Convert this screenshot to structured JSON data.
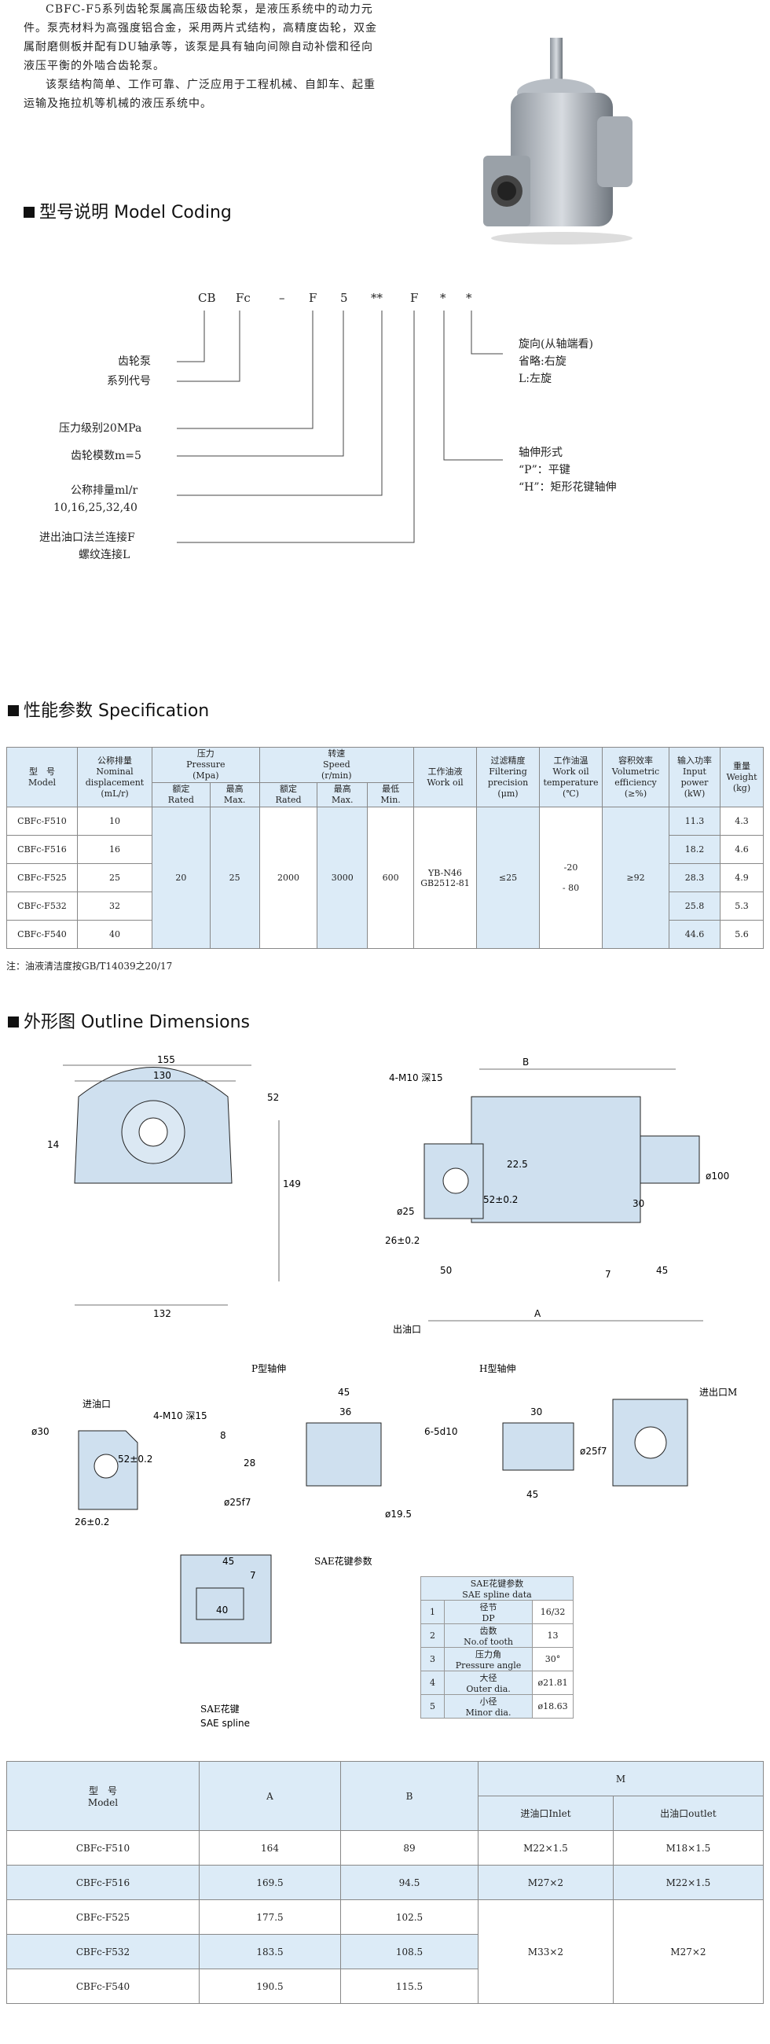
{
  "intro": {
    "line1": "CBFC-F5系列齿轮泵属高压级齿轮泵，是液压系统中的动力元件。泵壳材料为高强度铝合金，采用两片式结构，高精度齿轮，双金属耐磨侧板并配有DU轴承等，该泵是具有轴向间隙自动补偿和径向液压平衡的外啮合齿轮泵。",
    "line2": "该泵结构简单、工作可靠、广泛应用于工程机械、自卸车、起重运输及拖拉机等机械的液压系统中。"
  },
  "model_coding": {
    "title": "型号说明 Model Coding",
    "letters": [
      "CB",
      "Fc",
      "–",
      "F",
      "5",
      "**",
      "F",
      "*",
      "*"
    ],
    "left_labels": {
      "pump": "齿轮泵",
      "series": "系列代号",
      "pressure": "压力级别20MPa",
      "module": "齿轮模数m=5",
      "displacement": "公称排量ml/r",
      "displacement_values": "10,16,25,32,40",
      "port_flange": "进出油口法兰连接F",
      "port_thread": "螺纹连接L"
    },
    "right_labels": {
      "rotation": "旋向(从轴端看)",
      "rotation_right": "省略:右旋",
      "rotation_left": "L:左旋",
      "shaft": "轴伸形式",
      "shaft_p": "“P”：平键",
      "shaft_h": "“H”：矩形花键轴伸"
    }
  },
  "specification": {
    "title": "性能参数 Specification",
    "headers": {
      "model_cn": "型　号",
      "model_en": "Model",
      "disp_cn": "公称排量",
      "disp_en1": "Nominal",
      "disp_en2": "displacement",
      "disp_unit": "(mL/r)",
      "pressure_cn": "压力",
      "pressure_en": "Pressure",
      "pressure_unit": "(Mpa)",
      "rated_cn": "额定",
      "rated_en": "Rated",
      "max_cn": "最高",
      "max_en": "Max.",
      "speed_cn": "转速",
      "speed_en": "Speed",
      "speed_unit": "(r/min)",
      "min_cn": "最低",
      "min_en": "Min.",
      "oil_cn": "工作油液",
      "oil_en": "Work oil",
      "filter_cn": "过滤精度",
      "filter_en1": "Filtering",
      "filter_en2": "precision",
      "filter_unit": "(μm)",
      "temp_cn": "工作油温",
      "temp_en1": "Work oil",
      "temp_en2": "temperature",
      "temp_unit": "(℃)",
      "vol_cn": "容积效率",
      "vol_en1": "Volumetric",
      "vol_en2": "efficiency",
      "vol_unit": "(≥%)",
      "power_cn": "输入功率",
      "power_en1": "Input",
      "power_en2": "power",
      "power_unit": "(kW)",
      "weight_cn": "重量",
      "weight_en": "Weight",
      "weight_unit": "(kg)"
    },
    "rows": [
      {
        "model": "CBFc-F510",
        "disp": "10",
        "power": "11.3",
        "weight": "4.3"
      },
      {
        "model": "CBFc-F516",
        "disp": "16",
        "power": "18.2",
        "weight": "4.6"
      },
      {
        "model": "CBFc-F525",
        "disp": "25",
        "power": "28.3",
        "weight": "4.9"
      },
      {
        "model": "CBFc-F532",
        "disp": "32",
        "power": "25.8",
        "weight": "5.3"
      },
      {
        "model": "CBFc-F540",
        "disp": "40",
        "power": "44.6",
        "weight": "5.6"
      }
    ],
    "shared": {
      "p_rated": "20",
      "p_max": "25",
      "s_rated": "2000",
      "s_max": "3000",
      "s_min": "600",
      "oil": "YB-N46 GB2512-81",
      "filter": "≤25",
      "temp_low": "-20",
      "temp_high": "- 80",
      "vol": "≥92"
    },
    "note": "注：油液清洁度按GB/T14039之20/17"
  },
  "outline": {
    "title": "外形图 Outline Dimensions",
    "labels": {
      "d155": "155",
      "d130": "130",
      "d52": "52",
      "d149": "149",
      "d132": "132",
      "d14": "14",
      "B": "B",
      "m10": "4-M10 深15",
      "d22": "22.5",
      "d52b": "52±0.2",
      "d25": "ø25",
      "d26": "26±0.2",
      "d100": "ø100",
      "d30": "30",
      "d50": "50",
      "d7": "7",
      "d45": "45",
      "A": "A",
      "outlet": "出油口",
      "p_shaft": "P型轴伸",
      "h_shaft": "H型轴伸",
      "inlet": "进油口",
      "m10b": "4-M10 深15",
      "d30b": "ø30",
      "d52c": "52±0.2",
      "d26b": "26±0.2",
      "d8": "8",
      "d28": "28",
      "d25f7": "ø25f7",
      "d45b": "45",
      "d36": "36",
      "d6": "6-5d10",
      "d30c": "30",
      "d19": "ø19.5",
      "d45c": "45",
      "d25f7b": "ø25f7",
      "inlet_m": "进出口M",
      "sae_title": "SAE花键参数",
      "d45d": "45",
      "d7b": "7",
      "d40": "40",
      "sae_spline_cn": "SAE花键",
      "sae_spline_en": "SAE spline"
    },
    "sae_table": {
      "head_cn": "SAE花键参数",
      "head_en": "SAE spline data",
      "rows": [
        {
          "n": "1",
          "cn": "径节",
          "en": "DP",
          "v": "16/32"
        },
        {
          "n": "2",
          "cn": "齿数",
          "en": "No.of tooth",
          "v": "13"
        },
        {
          "n": "3",
          "cn": "压力角",
          "en": "Pressure angle",
          "v": "30°"
        },
        {
          "n": "4",
          "cn": "大径",
          "en": "Outer dia.",
          "v": "ø21.81"
        },
        {
          "n": "5",
          "cn": "小径",
          "en": "Minor dia.",
          "v": "ø18.63"
        }
      ]
    }
  },
  "dimensions": {
    "headers": {
      "model_cn": "型　号",
      "model_en": "Model",
      "a": "A",
      "b": "B",
      "m": "M",
      "inlet": "进油口Inlet",
      "outlet": "出油口outlet"
    },
    "rows": [
      {
        "model": "CBFc-F510",
        "a": "164",
        "b": "89",
        "inlet": "M22×1.5",
        "outlet": "M18×1.5"
      },
      {
        "model": "CBFc-F516",
        "a": "169.5",
        "b": "94.5",
        "inlet": "M27×2",
        "outlet": "M22×1.5"
      },
      {
        "model": "CBFc-F525",
        "a": "177.5",
        "b": "102.5",
        "inlet": "",
        "outlet": ""
      },
      {
        "model": "CBFc-F532",
        "a": "183.5",
        "b": "108.5",
        "inlet": "M33×2",
        "outlet": "M27×2"
      },
      {
        "model": "CBFc-F540",
        "a": "190.5",
        "b": "115.5",
        "inlet": "",
        "outlet": ""
      }
    ]
  }
}
